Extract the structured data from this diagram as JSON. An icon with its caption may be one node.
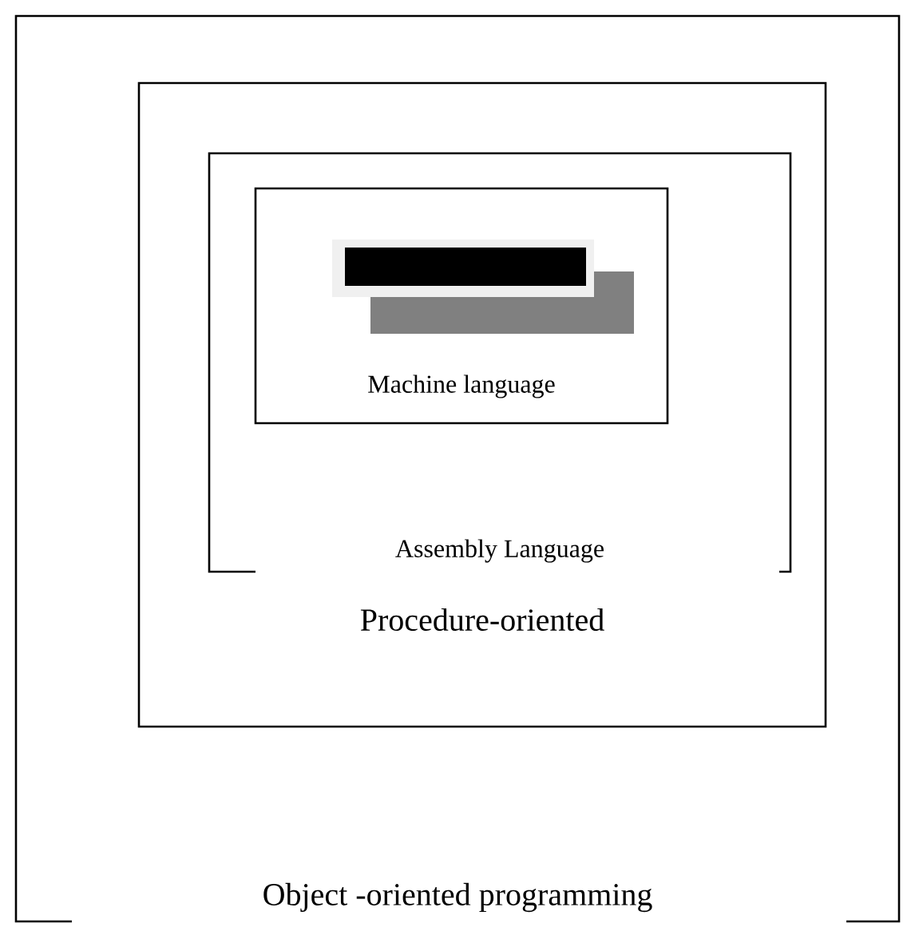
{
  "diagram": {
    "nodes": [
      {
        "text": [
          "Object -oriented programming"
        ]
      },
      {
        "text": [
          "Procedure-oriented"
        ],
        "in": 0
      },
      {
        "text": [
          "Assembly Language"
        ],
        "in": 1
      },
      {
        "text": [
          "Machine language"
        ],
        "in": 2
      }
    ]
  }
}
